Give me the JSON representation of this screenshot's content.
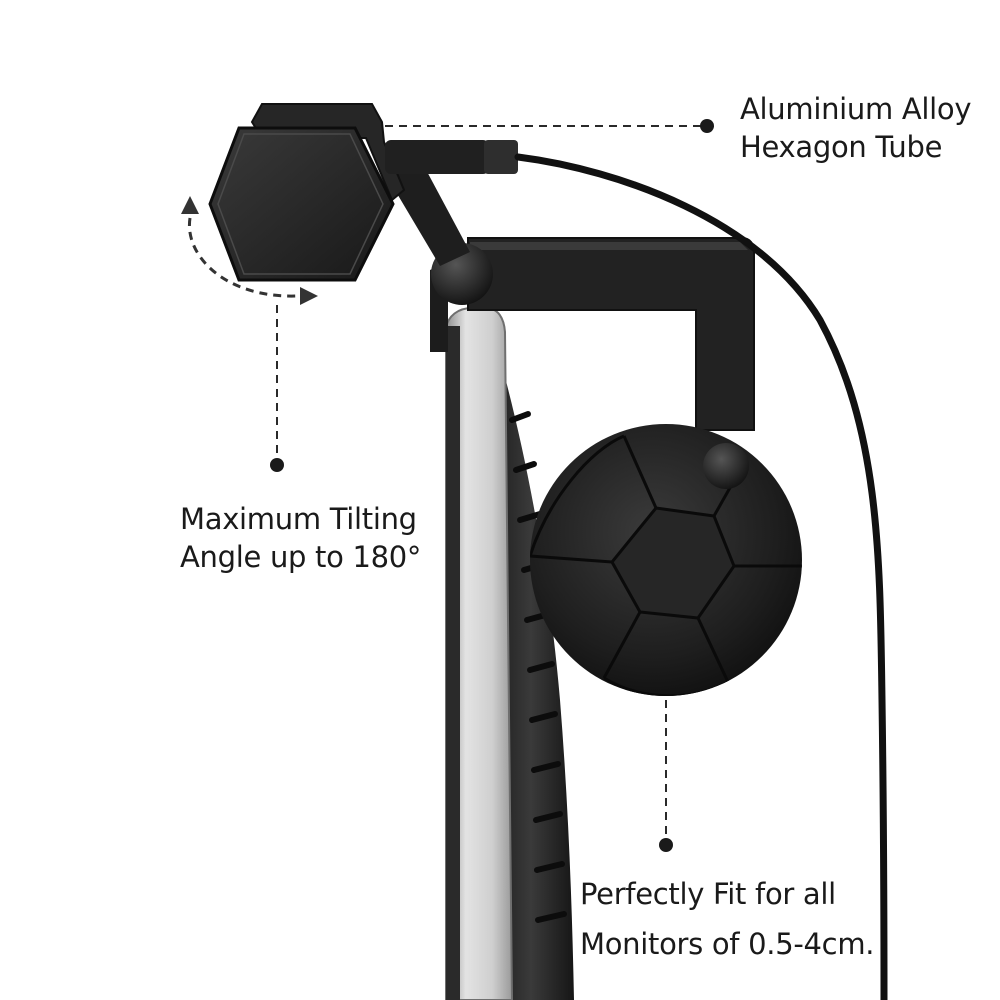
{
  "callouts": {
    "hexagon_tube": {
      "line1": "Aluminium Alloy",
      "line2": "Hexagon Tube"
    },
    "tilting_angle": {
      "line1": "Maximum Tilting",
      "line2": "Angle up to 180°"
    },
    "monitor_fit": {
      "line1": "Perfectly Fit for all",
      "line2": "Monitors of 0.5-4cm."
    }
  },
  "colors": {
    "background": "#ffffff",
    "product_black": "#1c1c1c",
    "product_dark": "#2b2b2b",
    "monitor_bezel_silver": "#c9c9c9",
    "annotation_line": "#2a2a2a",
    "text": "#1a1a1a"
  }
}
